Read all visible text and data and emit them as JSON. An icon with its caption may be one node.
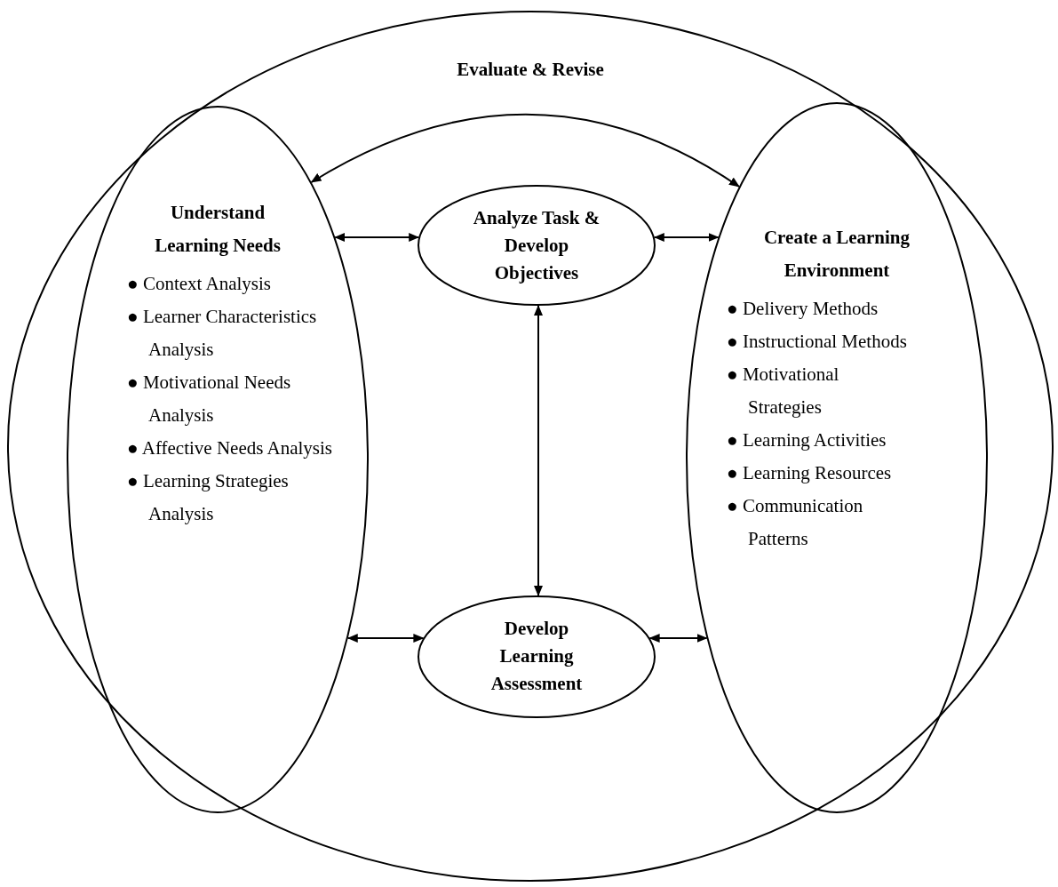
{
  "diagram": {
    "nodes": [
      {
        "text": [
          "Evaluate & Revise"
        ]
      },
      {
        "text": [
          "Understand Learning Needs",
          "● Context Analysis",
          "● Learner Characteristics Analysis",
          "● Motivational Needs Analysis",
          "● Affective Needs Analysis",
          "● Learning Strategies Analysis"
        ],
        "in": 0
      },
      {
        "text": [
          "Analyze Task & Develop Objectives"
        ],
        "in": 0
      },
      {
        "text": [
          "Create a Learning Environment",
          "● Delivery Methods",
          "● Instructional Methods",
          "● Motivational Strategies",
          "● Learning Activities",
          "● Learning Resources",
          "● Communication Patterns"
        ],
        "in": 0
      },
      {
        "text": [
          "Develop Learning Assessment"
        ],
        "in": 0
      }
    ],
    "edges": [
      {
        "from": 1,
        "to": 3,
        "arrow": "both"
      },
      {
        "from": 1,
        "to": 2,
        "arrow": "both"
      },
      {
        "from": 2,
        "to": 3,
        "arrow": "both"
      },
      {
        "from": 2,
        "to": 4,
        "arrow": "both"
      },
      {
        "from": 1,
        "to": 4,
        "arrow": "both"
      },
      {
        "from": 4,
        "to": 3,
        "arrow": "both"
      }
    ]
  }
}
